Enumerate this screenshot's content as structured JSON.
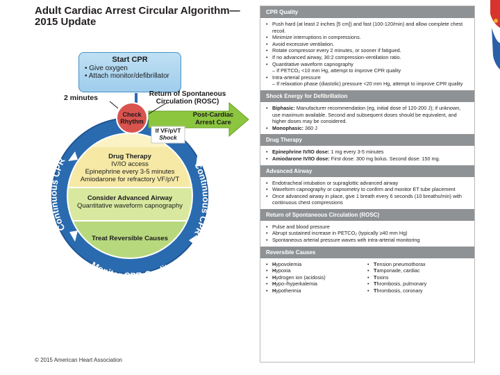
{
  "title": {
    "line1": "Adult Cardiac Arrest Circular Algorithm—",
    "line2": "2015 Update"
  },
  "copyright": "© 2015 American Heart Association",
  "circle": {
    "start_cpr": {
      "heading": "Start CPR",
      "items": [
        "• Give oxygen",
        "• Attach monitor/defibrillator"
      ]
    },
    "two_minutes": "2 minutes",
    "rosc": {
      "line1": "Return of Spontaneous",
      "line2": "Circulation (ROSC)"
    },
    "check_rhythm": {
      "line1": "Check",
      "line2": "Rhythm"
    },
    "post_care": {
      "line1": "Post-Cardiac",
      "line2": "Arrest Care"
    },
    "vf": {
      "line1": "If VF/pVT",
      "line2": "Shock"
    },
    "drug": {
      "heading": "Drug Therapy",
      "lines": [
        "IV/IO access",
        "Epinephrine every 3-5 minutes",
        "Amiodarone for refractory VF/pVT"
      ]
    },
    "airway": {
      "heading": "Consider Advanced Airway",
      "line": "Quantitative waveform capnography"
    },
    "reversible": {
      "heading": "Treat Reversible Causes"
    },
    "ring_left": "Continuous CPR",
    "ring_right": "Continuous CPR",
    "ring_bottom": "Monitor CPR Quality"
  },
  "panel": {
    "cpr_quality": {
      "heading": "CPR Quality",
      "items": [
        {
          "text": "Push hard (at least 2 inches [5 cm]) and fast (100-120/min) and allow complete chest recoil."
        },
        {
          "text": "Minimize interruptions in compressions."
        },
        {
          "text": "Avoid excessive ventilation."
        },
        {
          "text": "Rotate compressor every 2 minutes, or sooner if fatigued."
        },
        {
          "text": "If no advanced airway, 30:2 compression-ventilation ratio."
        },
        {
          "text": "Quantitative waveform capnography"
        },
        {
          "text": "– If PETCO₂ <10 mm Hg, attempt to improve CPR quality",
          "sub": true
        },
        {
          "text": "Intra-arterial pressure"
        },
        {
          "text": "– If relaxation phase (diastolic) pressure <20 mm Hg, attempt to improve CPR quality",
          "sub": true
        }
      ]
    },
    "shock": {
      "heading": "Shock Energy for Defibrillation",
      "biphasic_label": "Biphasic:",
      "biphasic_text": " Manufacturer recommendation (eg, initial dose of 120-200 J); if unknown, use maximum available. Second and subsequent doses should be equivalent, and higher doses may be considered.",
      "mono_label": "Monophasic:",
      "mono_text": " 360 J"
    },
    "drug": {
      "heading": "Drug Therapy",
      "epi_label": "Epinephrine IV/IO dose:",
      "epi_text": " 1 mg every 3-5 minutes",
      "amio_label": "Amiodarone IV/IO dose:",
      "amio_text": " First dose: 300 mg bolus. Second dose: 150 mg."
    },
    "airway": {
      "heading": "Advanced Airway",
      "items": [
        "Endotracheal intubation or supraglottic advanced airway",
        "Waveform capnography or capnometry to confirm and monitor ET tube placement",
        "Once advanced airway in place, give 1 breath every 6 seconds (10 breaths/min) with continuous chest compressions"
      ]
    },
    "rosc": {
      "heading": "Return of Spontaneous Circulation (ROSC)",
      "items": [
        "Pulse and blood pressure",
        "Abrupt sustained increase in PETCO₂ (typically ≥40 mm Hg)",
        "Spontaneous arterial pressure waves with intra-arterial monitoring"
      ]
    },
    "reversible": {
      "heading": "Reversible Causes",
      "left": [
        {
          "b": "H",
          "t": "ypovolemia"
        },
        {
          "b": "H",
          "t": "ypoxia"
        },
        {
          "b": "H",
          "t": "ydrogen ion (acidosis)"
        },
        {
          "b": "H",
          "t": "ypo-/hyperkalemia"
        },
        {
          "b": "H",
          "t": "ypothermia"
        }
      ],
      "right": [
        {
          "b": "T",
          "t": "ension pneumothorax"
        },
        {
          "b": "T",
          "t": "amponade, cardiac"
        },
        {
          "b": "T",
          "t": "oxins"
        },
        {
          "b": "T",
          "t": "hrombosis, pulmonary"
        },
        {
          "b": "T",
          "t": "hrombosis, coronary"
        }
      ]
    }
  },
  "colors": {
    "blue_ring": "#2a6bb0",
    "green": "#8cc63f",
    "check_red": "#d9534f",
    "yellow_band": "#f3e08a",
    "panel_header": "#8f9295"
  }
}
